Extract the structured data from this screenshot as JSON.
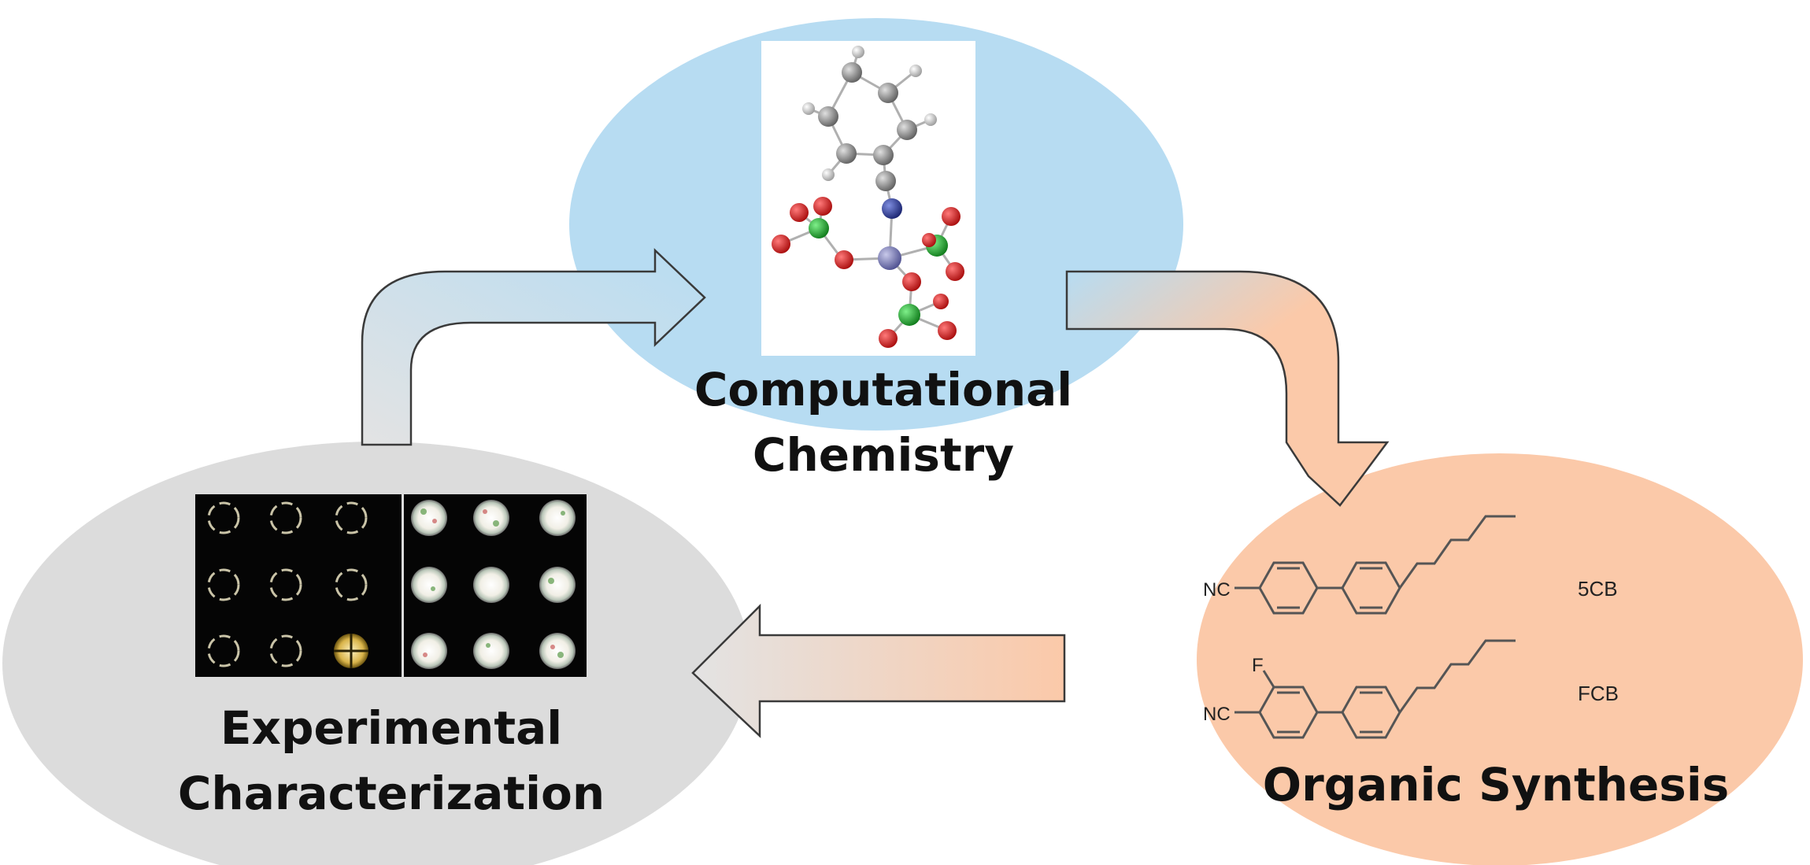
{
  "nodes": {
    "computational": {
      "line1": "Computational",
      "line2": "Chemistry",
      "color": "#b7dcf2"
    },
    "synthesis": {
      "label": "Organic Synthesis",
      "color": "#fbc9a9",
      "compounds": [
        {
          "name": "5CB",
          "nitrile_label": "NC"
        },
        {
          "name": "FCB",
          "nitrile_label": "NC",
          "substituent_label": "F"
        }
      ]
    },
    "experimental": {
      "line1": "Experimental",
      "line2": "Characterization",
      "color": "#dcdcdc"
    }
  },
  "arrows": {
    "experimental_to_computational": {
      "from": "experimental",
      "to": "computational"
    },
    "computational_to_synthesis": {
      "from": "computational",
      "to": "synthesis"
    },
    "synthesis_to_experimental": {
      "from": "synthesis",
      "to": "experimental"
    }
  },
  "images": {
    "molecule_model": {
      "atoms": [
        "carbon",
        "hydrogen",
        "nitrogen",
        "oxygen",
        "chlorine",
        "metal"
      ]
    },
    "micrographs": {
      "grid": "3x3",
      "panels": [
        "rings",
        "bright-disks"
      ]
    }
  },
  "colors": {
    "carbon": "#8a8a8a",
    "hydrogen": "#e8e8e8",
    "nitrogen": "#2a3a9c",
    "oxygen": "#e01b1b",
    "chlorine": "#1faa2c",
    "metal": "#7d7fb0",
    "arrow_blue": "#b7dcf2",
    "arrow_orange": "#fbc9a9",
    "arrow_grey": "#dcdcdc"
  }
}
